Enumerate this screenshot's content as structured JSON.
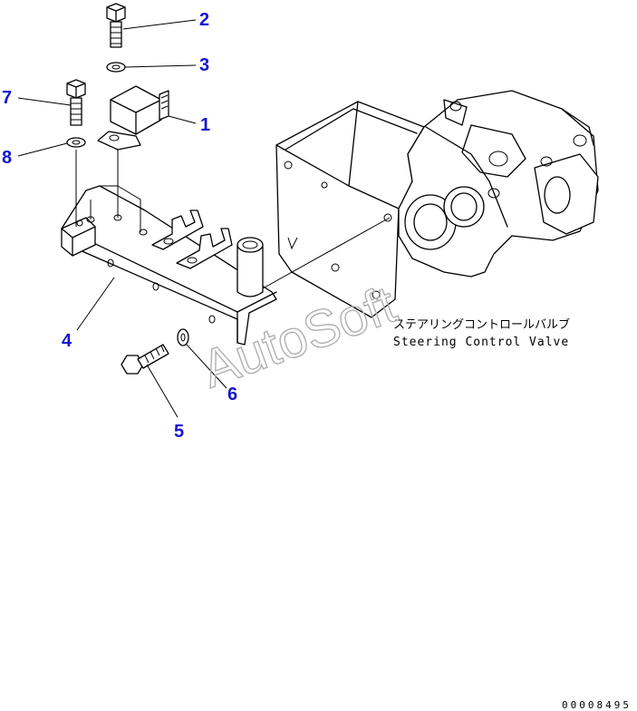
{
  "callouts": [
    {
      "id": "1",
      "label": "1"
    },
    {
      "id": "2",
      "label": "2"
    },
    {
      "id": "3",
      "label": "3"
    },
    {
      "id": "4",
      "label": "4"
    },
    {
      "id": "5",
      "label": "5"
    },
    {
      "id": "6",
      "label": "6"
    },
    {
      "id": "7",
      "label": "7"
    },
    {
      "id": "8",
      "label": "8"
    }
  ],
  "caption": {
    "japanese": "ステアリングコントロールバルブ",
    "english": "Steering Control Valve"
  },
  "watermark": "AutoSoft",
  "drawing_code": "00008495",
  "colors": {
    "callout": "#1414d2",
    "line": "#000000",
    "watermark": "#b0b0b0"
  }
}
